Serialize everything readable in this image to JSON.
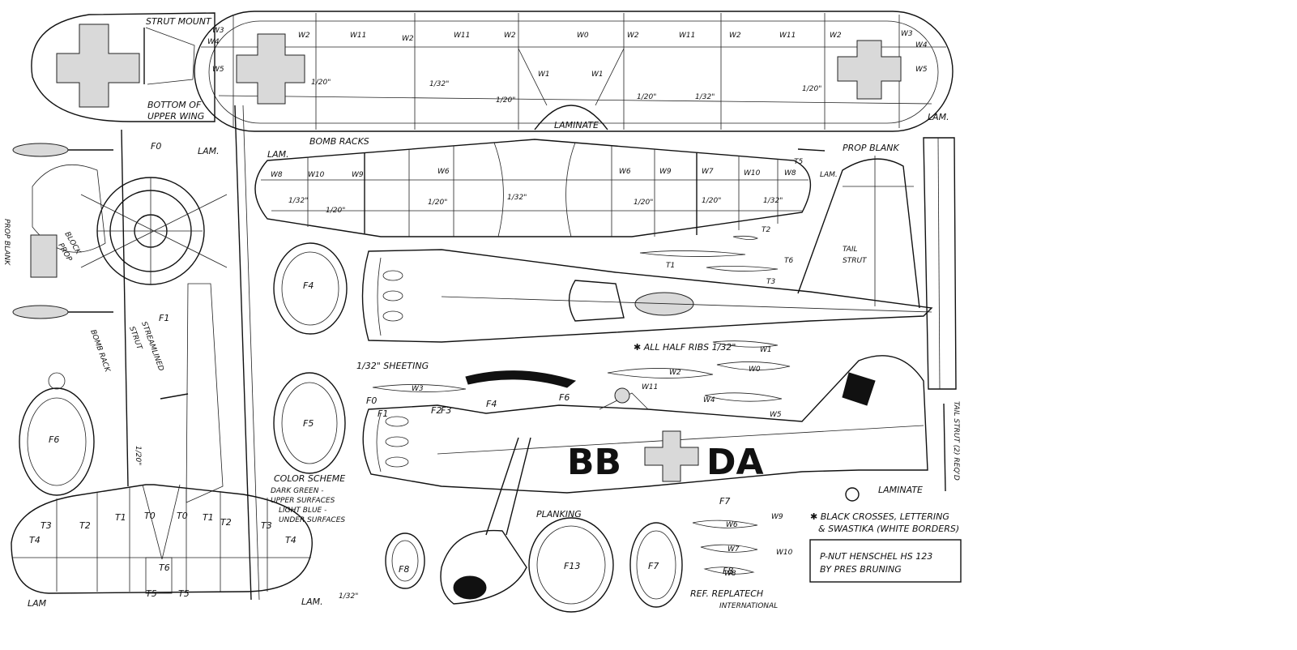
{
  "labels": {
    "strut_mount": "STRUT MOUNT",
    "bottom_upper_wing_1": "BOTTOM OF",
    "bottom_upper_wing_2": "UPPER WING",
    "lam": "LAM.",
    "lam_plain": "LAM",
    "laminate": "LAMINATE",
    "laminate2": "LAMINATE",
    "bomb_racks": "BOMB RACKS",
    "bomb_rack": "BOMB RACK",
    "prop_blank": "PROP BLANK",
    "prop_blank_side": "PROP BLANK",
    "block_prop_1": "BLOCK",
    "block_prop_2": "PROP",
    "streamlined_1": "STREAMLINED",
    "streamlined_2": "STRUT",
    "tail_strut_1": "TAIL",
    "tail_strut_2": "STRUT",
    "tail_strut_req": "TAIL STRUT (2) REQ'D",
    "half_ribs": "✱ ALL HALF RIBS 1/32\"",
    "sheeting": "1/32\" SHEETING",
    "planking": "PLANKING",
    "ref_1": "REF. REPLATECH",
    "ref_2": "INTERNATIONAL",
    "notes_1": "✱ BLACK CROSSES, LETTERING",
    "notes_2": "& SWASTIKA (WHITE BORDERS)",
    "fuselage_letters_left": "BB",
    "fuselage_letters_right": "DA"
  },
  "color_scheme": {
    "heading": "COLOR SCHEME",
    "line1": "DARK GREEN -",
    "line2": "UPPER SURFACES",
    "line3": "LIGHT BLUE -",
    "line4": "UNDER SURFACES"
  },
  "title_block": {
    "line1": "P-NUT HENSCHEL HS 123",
    "line2": "BY PRES BRUNING"
  },
  "dims": {
    "d20": "1/20\"",
    "d32": "1/32\""
  },
  "upper_wing_ribs": [
    "W3",
    "W4",
    "W5",
    "W2",
    "W11",
    "W2",
    "W11",
    "W2",
    "W0",
    "W2",
    "W11",
    "W2",
    "W11",
    "W2",
    "W3",
    "W4",
    "W5",
    "W1",
    "W1"
  ],
  "lower_wing_ribs": [
    "W8",
    "W10",
    "W9",
    "W6",
    "W6",
    "W9",
    "W7",
    "W10",
    "W8"
  ],
  "tail_ribs": [
    "T4",
    "T3",
    "T2",
    "T1",
    "T0",
    "T0",
    "T1",
    "T2",
    "T3",
    "T4",
    "T5",
    "T5",
    "T6"
  ],
  "formers": [
    "F0",
    "F1",
    "F4",
    "F5",
    "F6",
    "F0",
    "F1",
    "F2",
    "F3",
    "F4",
    "F6",
    "F8",
    "F13",
    "F7",
    "F7",
    "F8"
  ],
  "parts": [
    "T1",
    "T2",
    "T3",
    "T5",
    "T6",
    "W1",
    "W0",
    "W2",
    "W3",
    "W4",
    "W5",
    "W6",
    "W7",
    "W8",
    "W9",
    "W10",
    "W11"
  ]
}
